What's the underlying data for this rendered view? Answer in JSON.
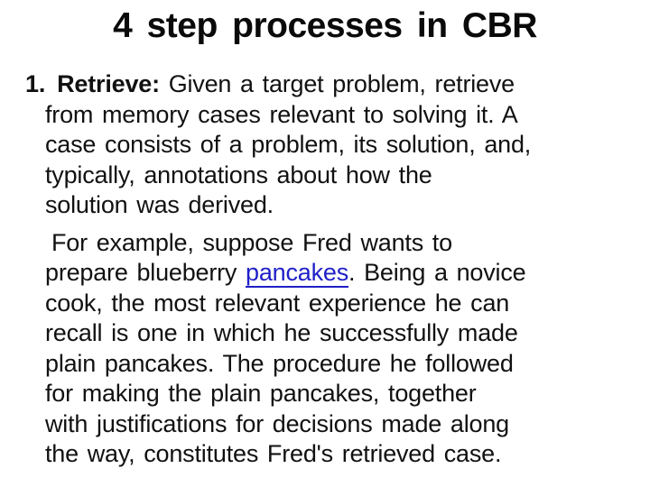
{
  "colors": {
    "background": "#ffffff",
    "text": "#111111",
    "link": "#2020c8"
  },
  "title": "4 step processes in CBR",
  "body": {
    "list_number": "1.",
    "bold_lead": "Retrieve:",
    "p1": {
      "l1": " Given a target problem, retrieve",
      "l2": "from memory cases relevant to solving it. A",
      "l3": "case consists of a problem, its solution, and,",
      "l4": "typically, annotations about how the",
      "l5": "solution was derived."
    },
    "p2": {
      "l1": "For example, suppose Fred wants to",
      "l2_pre": "prepare blueberry ",
      "l2_link": "pancakes",
      "l2_post": ". Being a novice",
      "l3": "cook, the most relevant experience he can",
      "l4": "recall is one in which he successfully made",
      "l5": "plain pancakes. The procedure he followed",
      "l6": "for making the plain pancakes, together",
      "l7": "with justifications for decisions made along",
      "l8": "the way, constitutes Fred's retrieved case."
    }
  }
}
